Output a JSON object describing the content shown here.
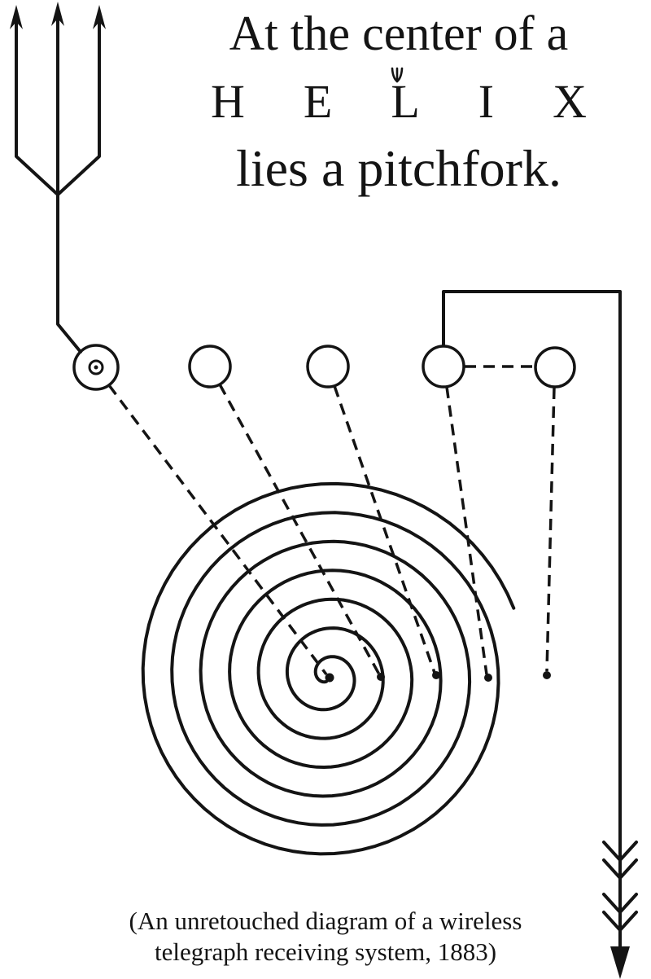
{
  "colors": {
    "ink": "#141414",
    "background": "#ffffff"
  },
  "title": {
    "line1": "At the center of a",
    "helix_letters": [
      "H",
      "E",
      "L",
      "I",
      "X"
    ],
    "line3": "lies a pitchfork."
  },
  "caption": {
    "line1": "(An unretouched diagram of a wireless",
    "line2": "telegraph receiving system, 1883)"
  },
  "diagram": {
    "terminal_count": 5,
    "spiral_turns": 6.65
  }
}
